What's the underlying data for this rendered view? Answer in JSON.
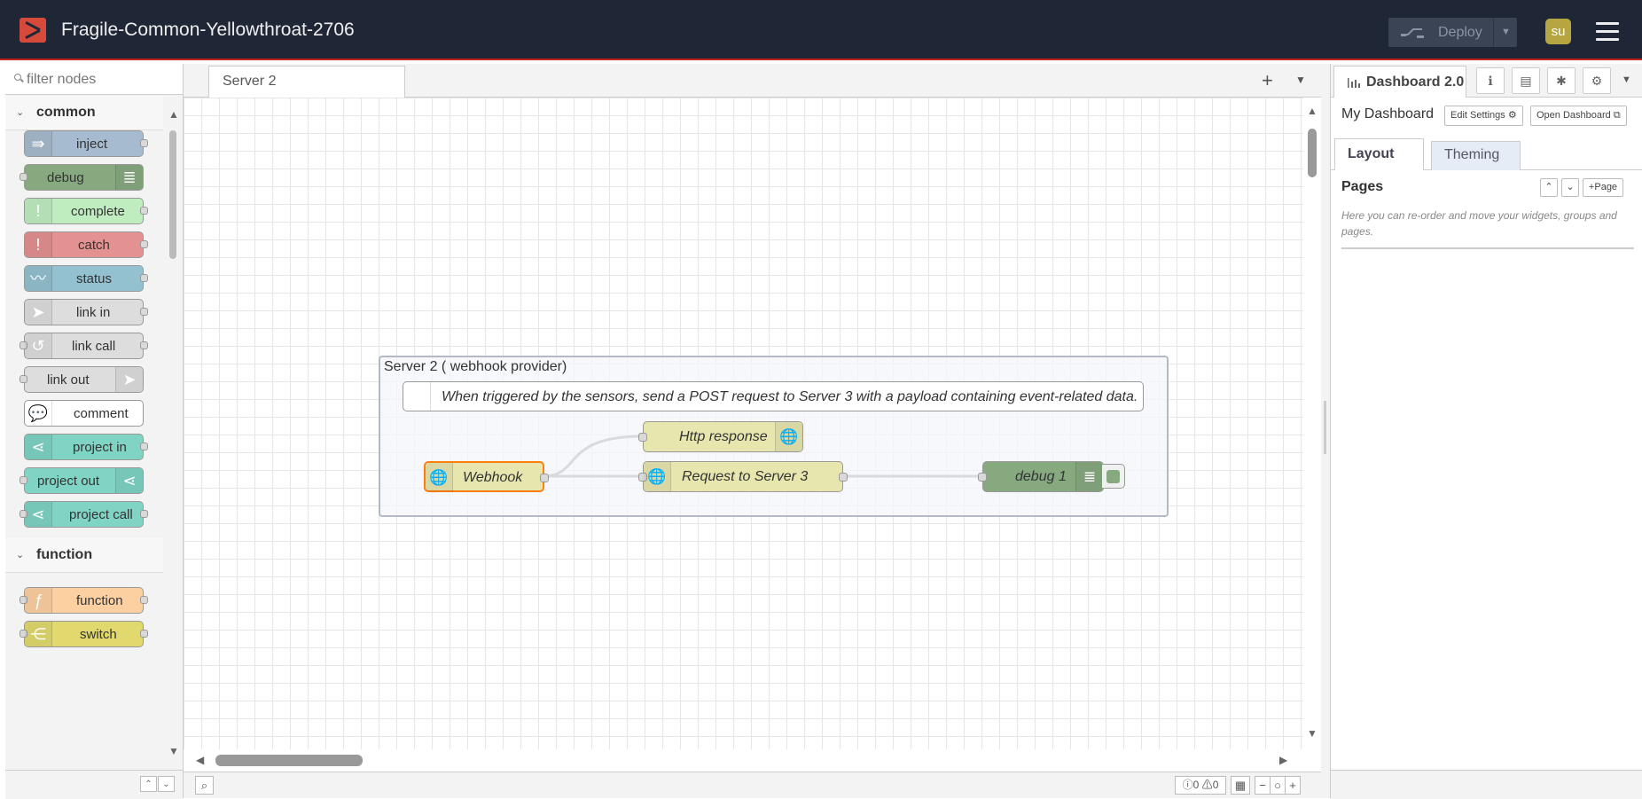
{
  "header": {
    "title": "Fragile-Common-Yellowthroat-2706",
    "deploy_label": "Deploy",
    "avatar_initials": "su"
  },
  "palette": {
    "filter_placeholder": "filter nodes",
    "categories": [
      {
        "name": "common",
        "nodes": [
          {
            "label": "inject",
            "color": "#a6bbcf"
          },
          {
            "label": "debug",
            "color": "#87a980"
          },
          {
            "label": "complete",
            "color": "#c0edc0"
          },
          {
            "label": "catch",
            "color": "#e49191"
          },
          {
            "label": "status",
            "color": "#94c1d0"
          },
          {
            "label": "link in",
            "color": "#dddddd"
          },
          {
            "label": "link call",
            "color": "#dddddd"
          },
          {
            "label": "link out",
            "color": "#dddddd"
          },
          {
            "label": "comment",
            "color": "#ffffff"
          },
          {
            "label": "project in",
            "color": "#7fd4c4"
          },
          {
            "label": "project out",
            "color": "#7fd4c4"
          },
          {
            "label": "project call",
            "color": "#7fd4c4"
          }
        ]
      },
      {
        "name": "function",
        "nodes": [
          {
            "label": "function",
            "color": "#fdd0a2"
          },
          {
            "label": "switch",
            "color": "#e2d96e"
          }
        ]
      }
    ]
  },
  "workspace": {
    "tabs": [
      {
        "label": "Server 2"
      }
    ],
    "group_label": "Server 2 ( webhook provider)",
    "comment": "When triggered by the sensors, send a POST request to Server 3 with a payload containing event-related data.",
    "nodes": [
      {
        "label": "Webhook",
        "color": "#e7e6af",
        "selected": true
      },
      {
        "label": "Http response",
        "color": "#e7e6af"
      },
      {
        "label": "Request to Server 3",
        "color": "#e7e6af"
      },
      {
        "label": "debug 1",
        "color": "#87a980"
      }
    ],
    "status_errors": "0",
    "status_warnings": "0"
  },
  "sidebar": {
    "active_tab": "Dashboard 2.0",
    "dashboard_name": "My Dashboard",
    "edit_settings_label": "Edit Settings",
    "open_dashboard_label": "Open Dashboard",
    "subtabs": [
      "Layout",
      "Theming"
    ],
    "pages_title": "Pages",
    "add_page_label": "Page",
    "pages_hint": "Here you can re-order and move your widgets, groups and pages."
  },
  "colors": {
    "header_bg": "#1f2737",
    "accent": "#c02020",
    "selected_outline": "#ff7f0e"
  }
}
